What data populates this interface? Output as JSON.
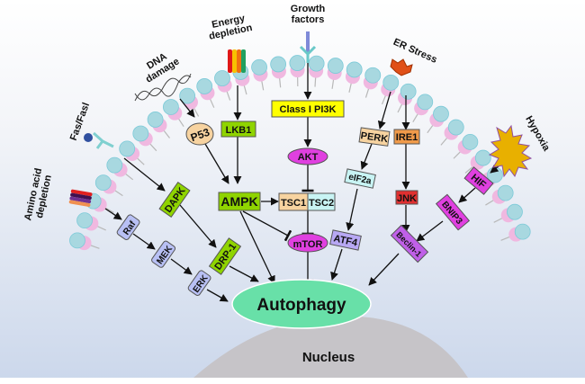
{
  "colors": {
    "background_top": "#ffffff",
    "background_bottom": "#cdd9ec",
    "lipid_head_blue": "#a8d8e0",
    "lipid_head_pink": "#f0b8e0",
    "green": "#8fd400",
    "yellow": "#ffff00",
    "magenta": "#e040e0",
    "peach": "#f7d3a0",
    "lightcyan": "#c8f4f4",
    "orange": "#f09a4a",
    "red": "#e03030",
    "lavender": "#b8c0f4",
    "purple": "#b080f0",
    "autophagy": "#68e0a8",
    "nucleus": "#c6c4c8",
    "hypoxia": "#e8b000"
  },
  "stimuli": {
    "growth_factors": [
      "Growth",
      "factors"
    ],
    "energy_depletion": [
      "Energy",
      "depletion"
    ],
    "dna_damage": [
      "DNA",
      "damage"
    ],
    "fas": "Fas/Fasl",
    "amino_acid": [
      "Amino acid",
      "depletion"
    ],
    "er_stress": "ER Stress",
    "hypoxia": "Hypoxia"
  },
  "nodes": {
    "class1_pi3k": "Class I PI3K",
    "akt": "AKT",
    "tsc1": "TSC1",
    "tsc2": "TSC2",
    "mtor": "mTOR",
    "p53": "P53",
    "lkb1": "LKB1",
    "ampk": "AMPK",
    "dapk": "DAPK",
    "drp1": "DRP-1",
    "raf": "Raf",
    "mek": "MEK",
    "erk": "ERK",
    "perk": "PERK",
    "ire1": "IRE1",
    "eif2a": "eIF2a",
    "atf4": "ATF4",
    "jnk": "JNK",
    "hif": "HIF",
    "bnip3": "BNIP3",
    "beclin1": "Beclin-1",
    "autophagy": "Autophagy",
    "nucleus": "Nucleus"
  }
}
